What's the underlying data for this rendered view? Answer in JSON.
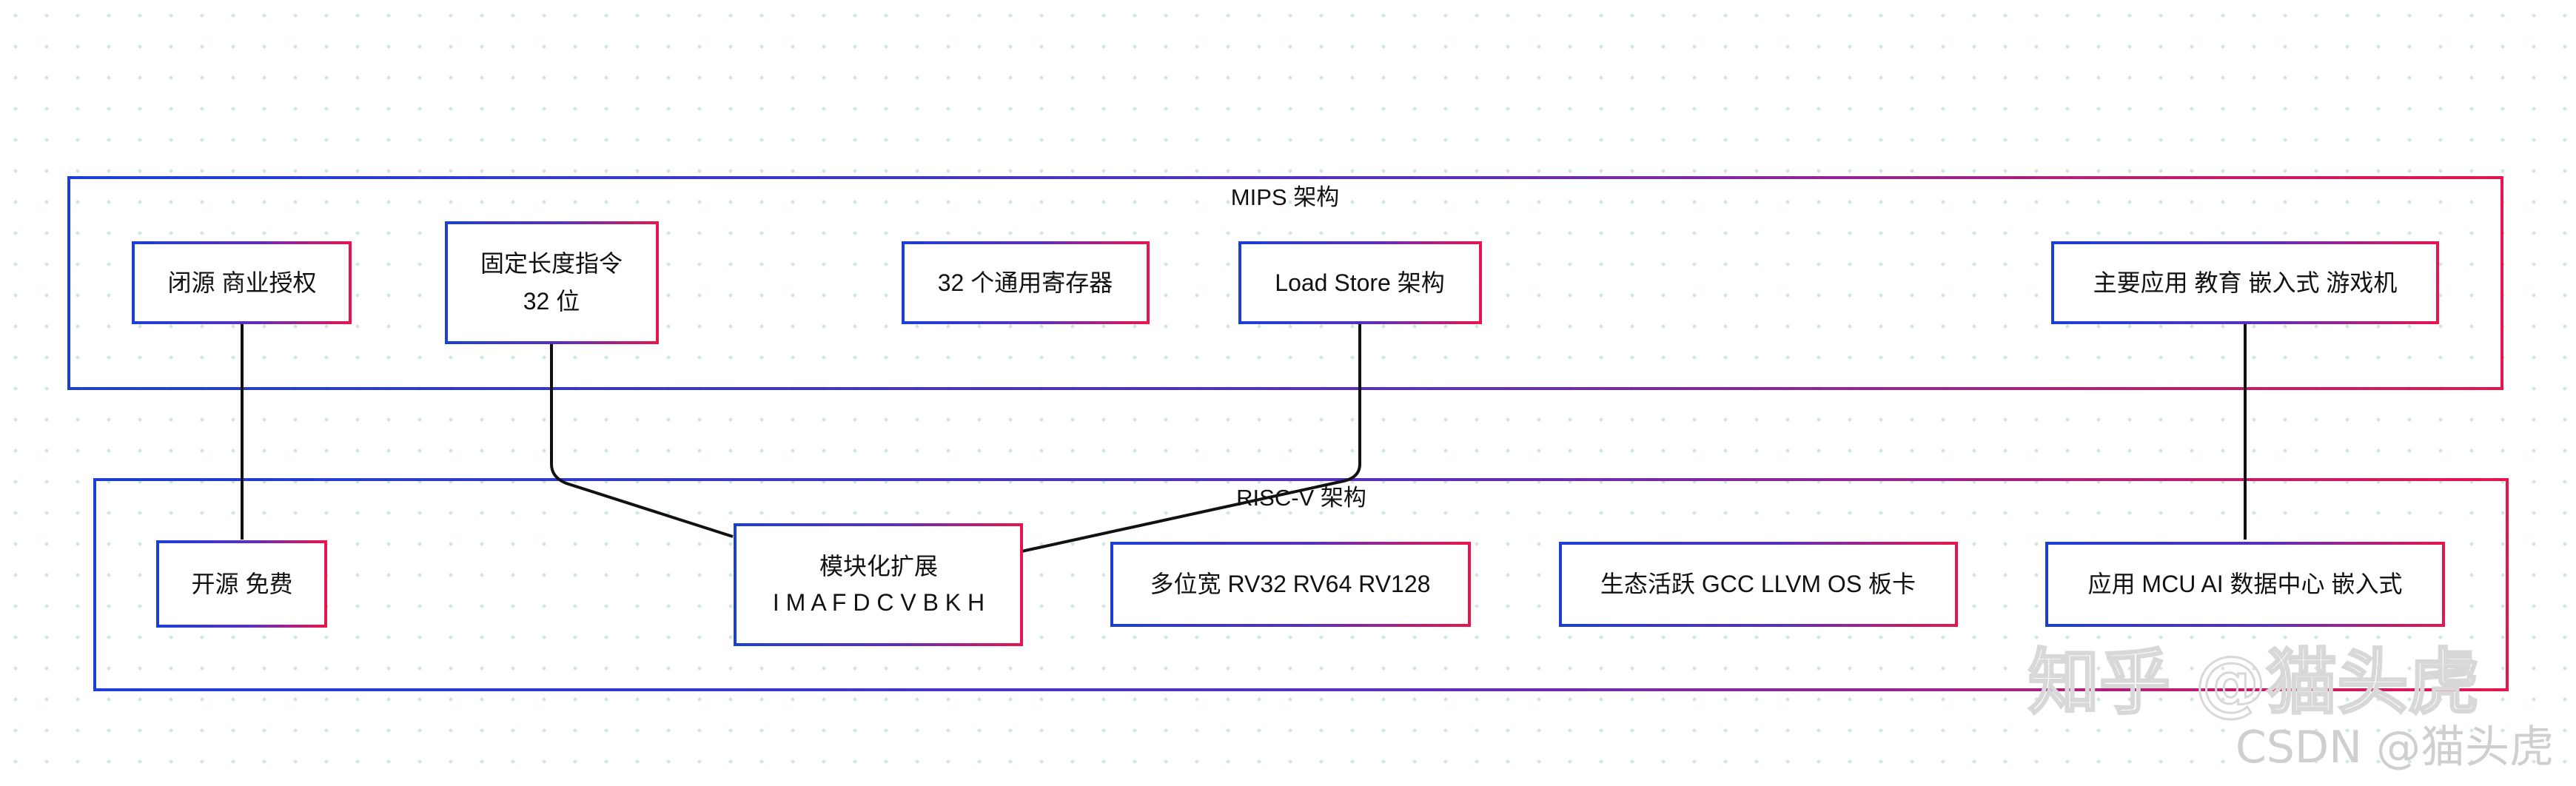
{
  "groups": {
    "mips": {
      "title": "MIPS 架构"
    },
    "riscv": {
      "title": "RISC-V 架构"
    }
  },
  "nodes": {
    "mips_license": [
      "闭源 商业授权"
    ],
    "mips_fixed_length": [
      "固定长度指令",
      "32 位"
    ],
    "mips_registers": [
      "32 个通用寄存器"
    ],
    "mips_load_store": [
      "Load Store 架构"
    ],
    "mips_apps": [
      "主要应用 教育 嵌入式 游戏机"
    ],
    "riscv_license": [
      "开源 免费"
    ],
    "riscv_modular": [
      "模块化扩展",
      "I M A F D C V B K H"
    ],
    "riscv_widths": [
      "多位宽 RV32 RV64 RV128"
    ],
    "riscv_ecosystem": [
      "生态活跃 GCC LLVM OS 板卡"
    ],
    "riscv_apps": [
      "应用 MCU AI 数据中心 嵌入式"
    ]
  },
  "watermark": {
    "main": "知乎 @猫头虎",
    "sub": "CSDN @猫头虎"
  },
  "colors": {
    "border_start": "#1b3fd6",
    "border_end": "#e8154d",
    "edge": "#111111",
    "grid_dot": "#d3e6e0"
  }
}
